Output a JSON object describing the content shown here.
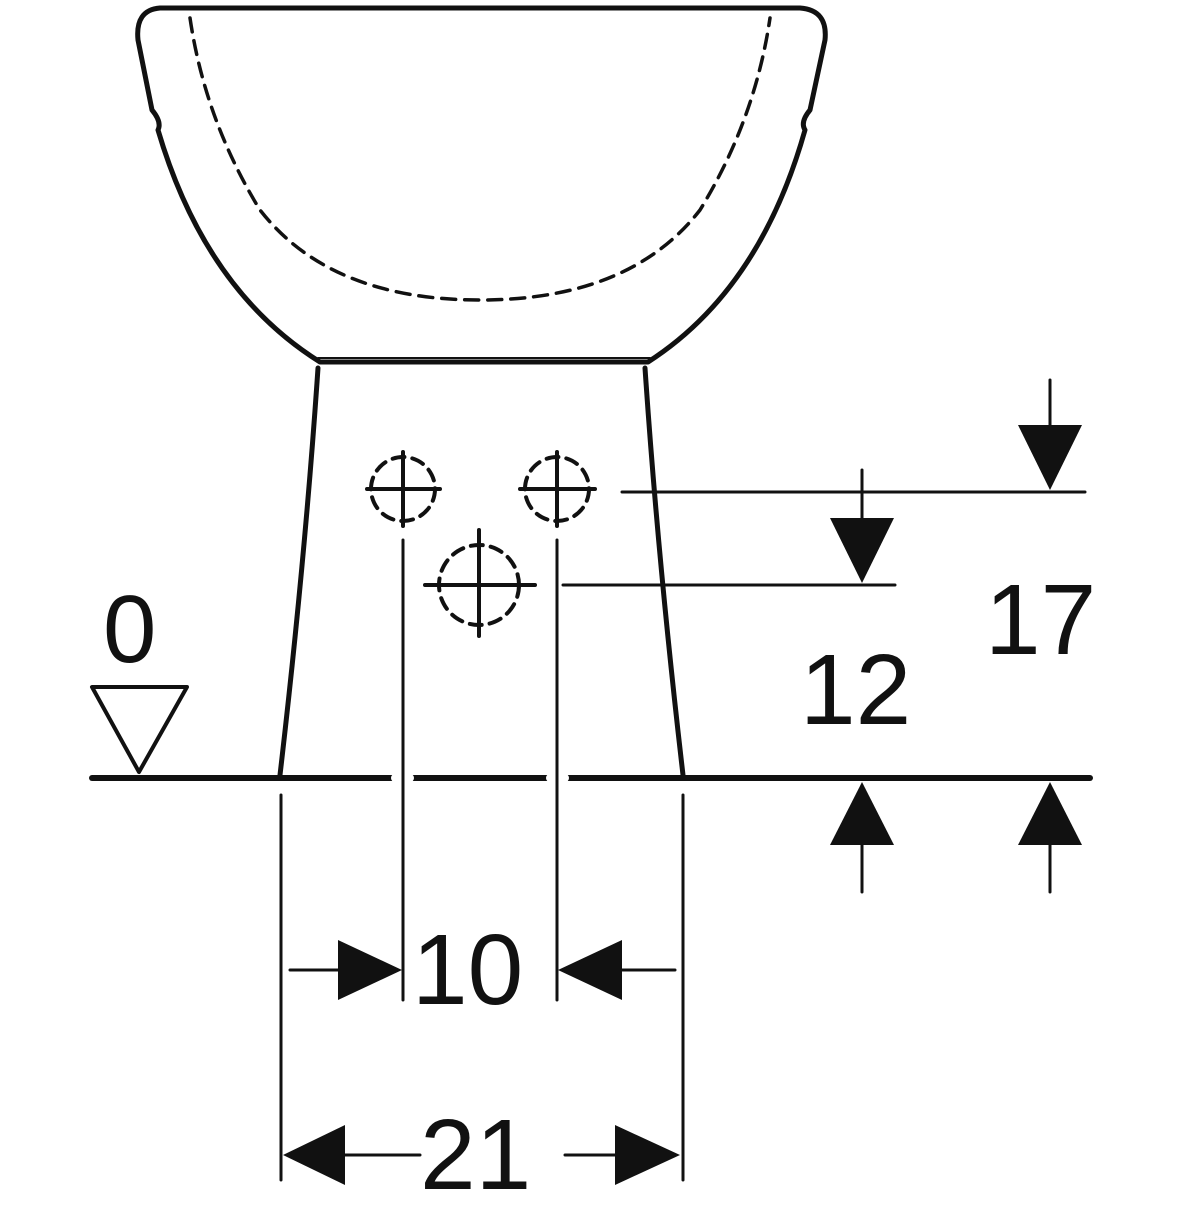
{
  "diagram": {
    "subject": "Bidet technical drawing with connection dimensions",
    "colors": {
      "line": "#111111",
      "background": "#ffffff"
    },
    "labels": {
      "floor_level": "0",
      "height_lower": "12",
      "height_upper": "17",
      "spacing_inner": "10",
      "spacing_outer": "21"
    }
  }
}
